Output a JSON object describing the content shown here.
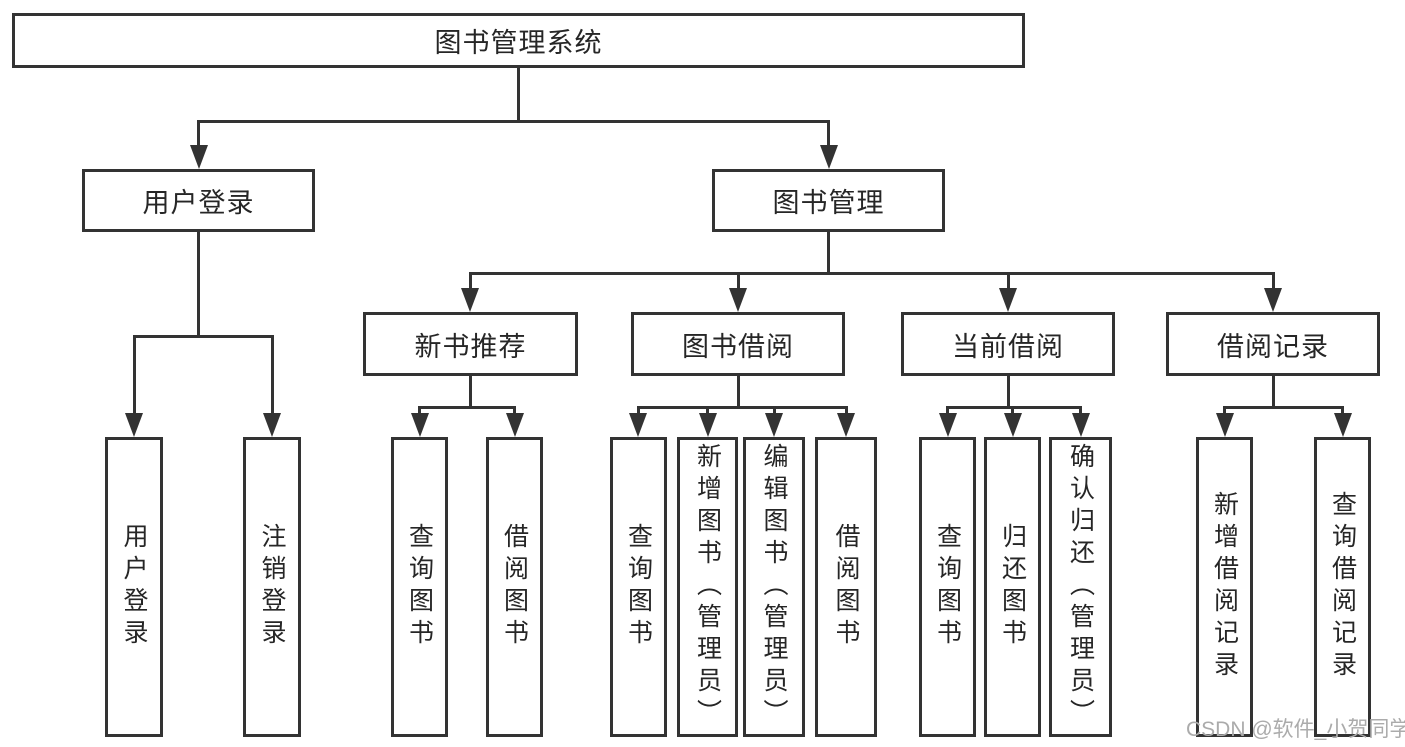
{
  "diagram": {
    "root": {
      "label": "图书管理系统"
    },
    "branches": [
      {
        "label": "用户登录",
        "children": [
          {
            "label": "用户登录"
          },
          {
            "label": "注销登录"
          }
        ]
      },
      {
        "label": "图书管理",
        "children": [
          {
            "label": "新书推荐",
            "children": [
              {
                "label": "查询图书"
              },
              {
                "label": "借阅图书"
              }
            ]
          },
          {
            "label": "图书借阅",
            "children": [
              {
                "label": "查询图书"
              },
              {
                "label": "新增图书（管理员）"
              },
              {
                "label": "编辑图书（管理员）"
              },
              {
                "label": "借阅图书"
              }
            ]
          },
          {
            "label": "当前借阅",
            "children": [
              {
                "label": "查询图书"
              },
              {
                "label": "归还图书"
              },
              {
                "label": "确认归还（管理员）"
              }
            ]
          },
          {
            "label": "借阅记录",
            "children": [
              {
                "label": "新增借阅记录"
              },
              {
                "label": "查询借阅记录"
              }
            ]
          }
        ]
      }
    ]
  },
  "watermark": {
    "text": "CSDN @软件_小贺同学"
  },
  "colors": {
    "line": "#333333",
    "text": "#262626",
    "background": "#ffffff",
    "watermark": "#ababab"
  }
}
